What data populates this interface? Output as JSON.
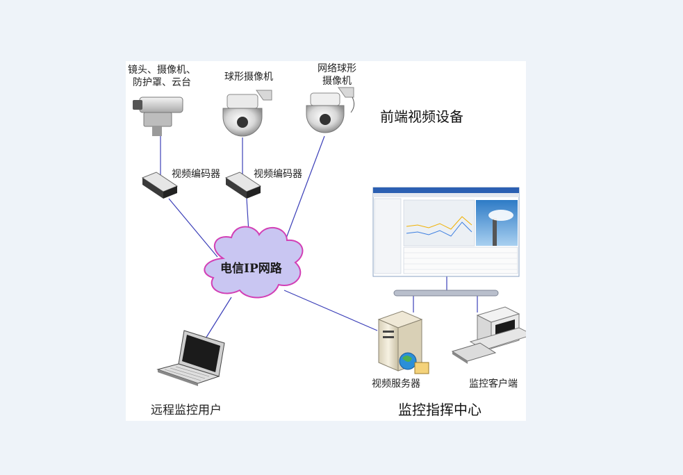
{
  "labels": {
    "camera_ptz_line1": "镜头、摄像机、",
    "camera_ptz_line2": "防护罩、云台",
    "dome_camera": "球形摄像机",
    "ip_dome_line1": "网络球形",
    "ip_dome_line2": "摄像机",
    "front_end_title": "前端视频设备",
    "encoder_1": "视频编码器",
    "encoder_2": "视频编码器",
    "network": "电信IP网路",
    "remote_user": "远程监控用户",
    "video_server": "视频服务器",
    "monitor_client": "监控客户端",
    "command_center": "监控指挥中心"
  },
  "colors": {
    "link_line": "#3b3fb8",
    "cloud_fill": "#c9c6f2",
    "cloud_edge": "#d23fb5",
    "bus_bar": "#b9bfcc"
  }
}
